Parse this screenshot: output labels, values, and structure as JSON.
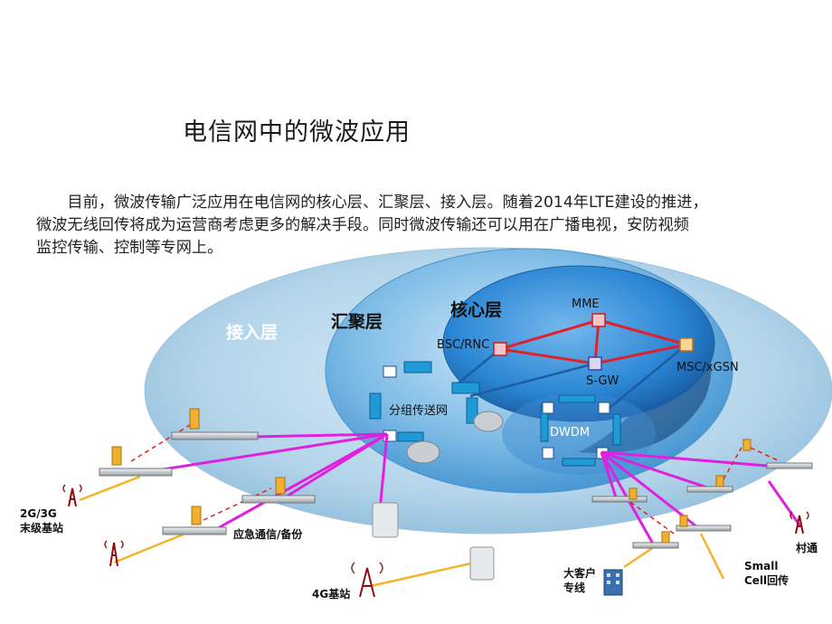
{
  "slide": {
    "title": "电信网中的微波应用",
    "intro_lines": [
      "目前，微波传输广泛应用在电信网的核心层、汇聚层、接入层。随着2014年LTE建设的推进，",
      "微波无线回传将成为运营商考虑更多的解决手段。同时微波传输还可以用在广播电视，安防视频",
      "监控传输、控制等专网上。"
    ]
  },
  "diagram": {
    "layers": {
      "access": "接入层",
      "aggregation": "汇聚层",
      "core": "核心层"
    },
    "core_nodes": {
      "mme": "MME",
      "bsc_rnc": "BSC/RNC",
      "sgw": "S-GW",
      "msc": "MSC/xGSN"
    },
    "aggregation_nodes": {
      "packet_ring": "分组传送网",
      "dwdm": "DWDM"
    },
    "edge_labels": {
      "site_2g3g_line1": "2G/3G",
      "site_2g3g_line2": "末级基站",
      "emergency": "应急通信/备份",
      "site_4g": "4G基站",
      "enterprise_line1": "大客户",
      "enterprise_line2": "专线",
      "small_cell_line1": "Small",
      "small_cell_line2": "Cell回传",
      "village": "村通"
    },
    "colors": {
      "access_ellipse": "#b3d4ea",
      "aggregation_ellipse": "#5aa8dd",
      "core_ellipse": "#1f7fd0",
      "core_links": "#e0202c",
      "microwave_links": "#e020e0",
      "radio_links": "#f4b42a",
      "backup_links": "#e02020"
    }
  }
}
